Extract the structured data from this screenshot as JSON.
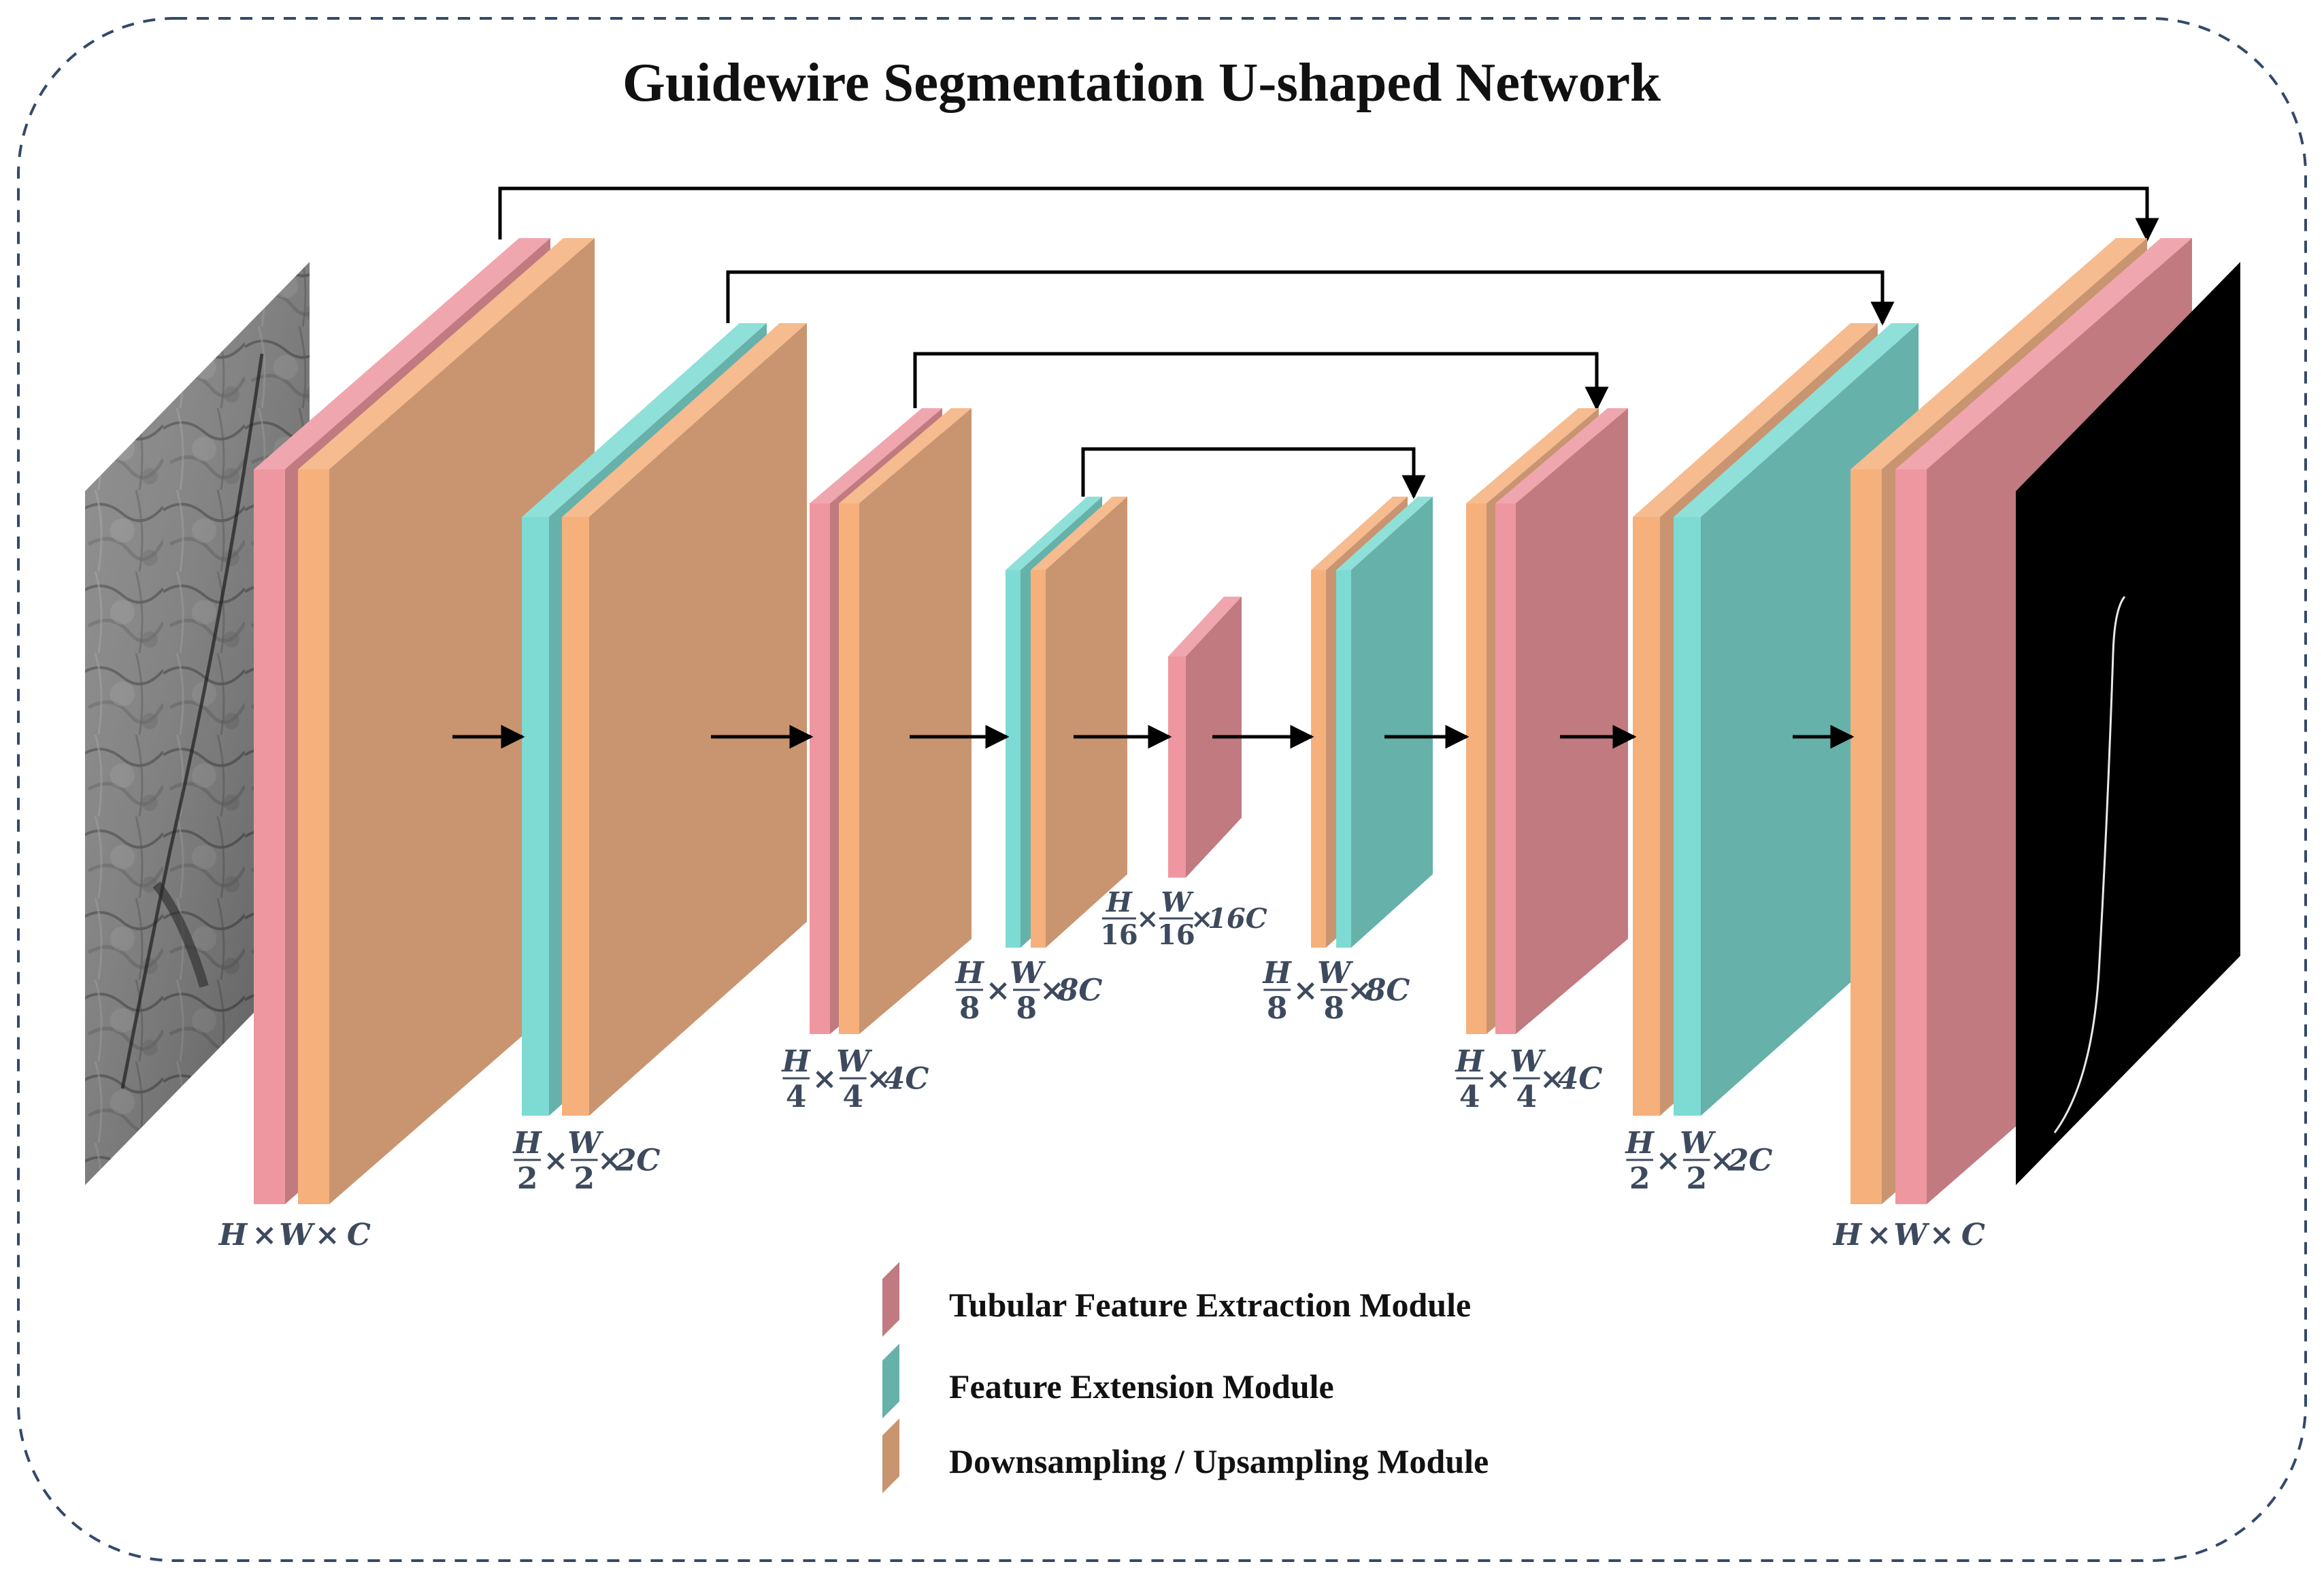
{
  "title": "Guidewire Segmentation U-shaped Network",
  "colors": {
    "tubular": "#c07a80",
    "tubular_front": "#ee97a0",
    "tubular_top": "#f0a6ae",
    "extension": "#66b1a9",
    "extension_front": "#7edbd3",
    "extension_top": "#8fe0d8",
    "sampling": "#c99470",
    "sampling_front": "#f5b07c",
    "sampling_top": "#f6bb8e",
    "border": "#33496b",
    "dim_label": "#3d4a5e"
  },
  "images": {
    "input": "x-ray-input-image",
    "output": "binary-guidewire-mask"
  },
  "legend": [
    {
      "key": "tubular",
      "label": "Tubular Feature Extraction Module"
    },
    {
      "key": "extension",
      "label": "Feature Extension Module"
    },
    {
      "key": "sampling",
      "label": "Downsampling / Upsampling Module"
    }
  ],
  "labels": {
    "H": "H",
    "W": "W",
    "C": "C",
    "times": "×",
    "d2": "2",
    "d4": "4",
    "d8": "8",
    "d16": "16",
    "c2": "2C",
    "c4": "4C",
    "c8": "8C",
    "c16": "16C"
  },
  "stages": [
    {
      "id": "enc1",
      "modules": [
        "tubular",
        "sampling"
      ],
      "dims": "H × W × C"
    },
    {
      "id": "enc2",
      "modules": [
        "extension",
        "sampling"
      ],
      "dims": "H/2 × W/2 × 2C"
    },
    {
      "id": "enc3",
      "modules": [
        "tubular",
        "sampling"
      ],
      "dims": "H/4 × W/4 × 4C"
    },
    {
      "id": "enc4",
      "modules": [
        "extension",
        "sampling"
      ],
      "dims": "H/8 × W/8 × 8C"
    },
    {
      "id": "bottleneck",
      "modules": [
        "tubular"
      ],
      "dims": "H/16 × W/16 × 16C"
    },
    {
      "id": "dec4",
      "modules": [
        "sampling",
        "extension"
      ],
      "dims": "H/8 × W/8 × 8C"
    },
    {
      "id": "dec3",
      "modules": [
        "sampling",
        "tubular"
      ],
      "dims": "H/4 × W/4 × 4C"
    },
    {
      "id": "dec2",
      "modules": [
        "sampling",
        "extension"
      ],
      "dims": "H/2 × W/2 × 2C"
    },
    {
      "id": "dec1",
      "modules": [
        "sampling",
        "tubular"
      ],
      "dims": "H × W × C"
    }
  ],
  "skip_connections": [
    {
      "from": "enc1",
      "to": "dec1"
    },
    {
      "from": "enc2",
      "to": "dec2"
    },
    {
      "from": "enc3",
      "to": "dec3"
    },
    {
      "from": "enc4",
      "to": "dec4"
    }
  ]
}
